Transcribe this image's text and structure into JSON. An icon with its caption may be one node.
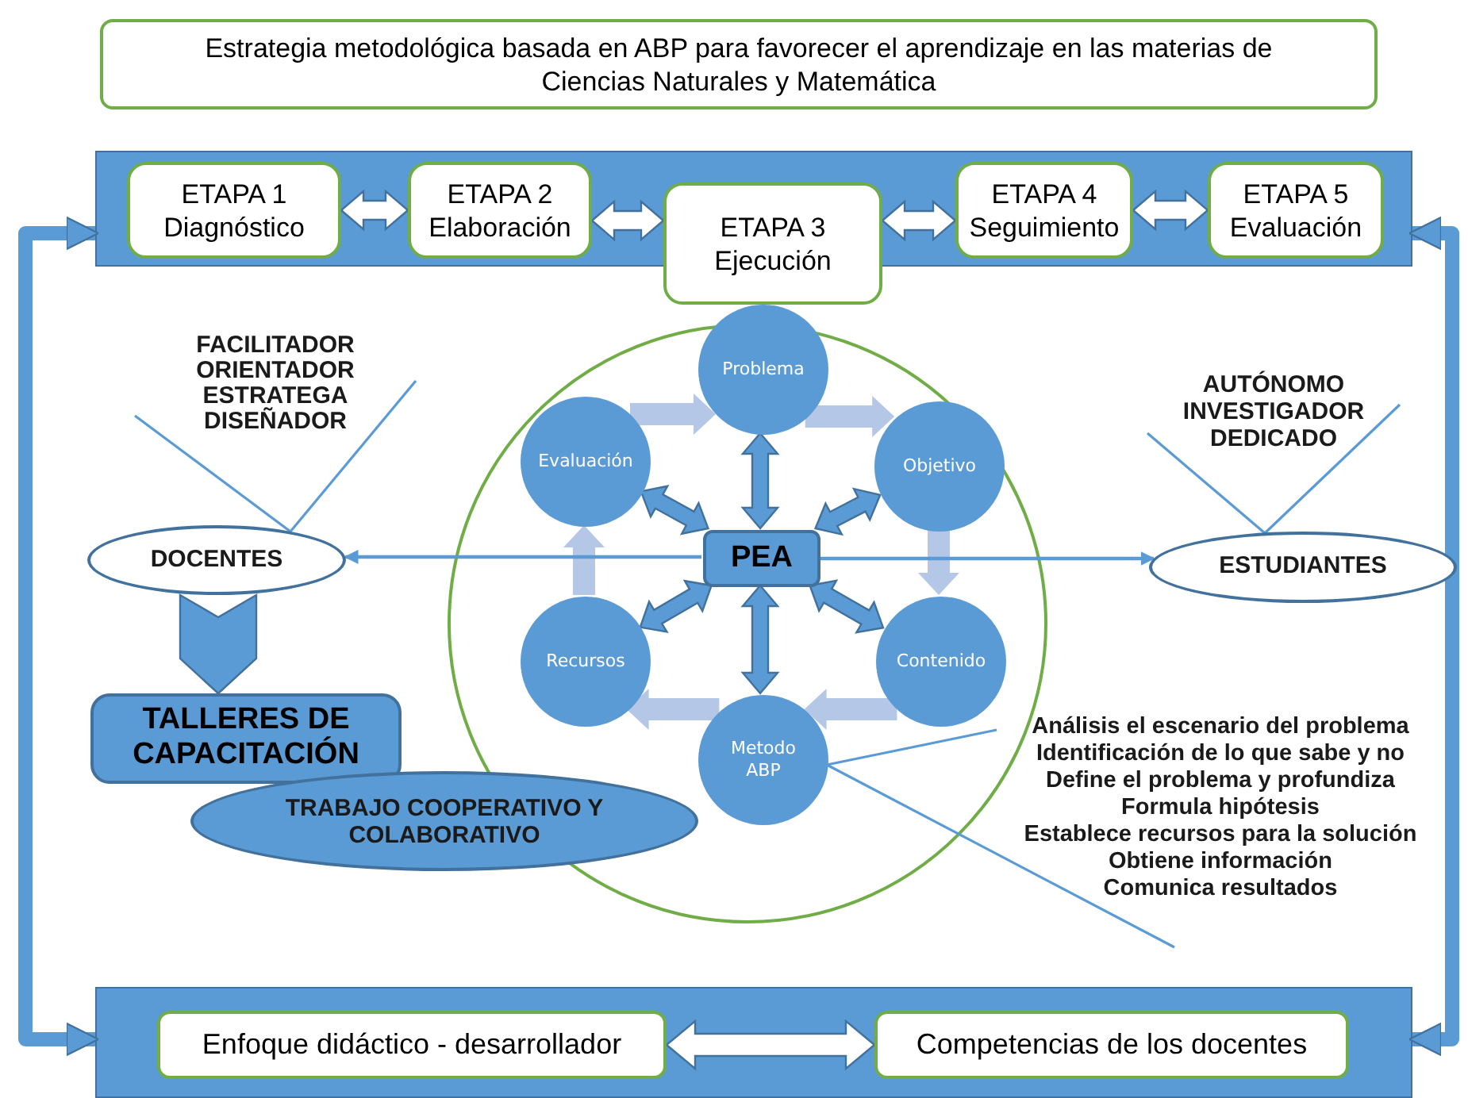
{
  "diagram": {
    "nodes": [
      {
        "text": [
          "Estrategia metodológica basada en ABP para favorecer el aprendizaje en las materias de Ciencias Naturales y Matemática"
        ]
      },
      {
        "text": [],
        "shape": "box"
      },
      {
        "text": [
          "ETAPA 1",
          "Diagnóstico"
        ],
        "in": 1
      },
      {
        "text": [
          "ETAPA 2",
          "Elaboración"
        ],
        "in": 1
      },
      {
        "text": [
          "ETAPA 3",
          "Ejecución"
        ]
      },
      {
        "text": [
          "ETAPA 4",
          "Seguimiento"
        ],
        "in": 1
      },
      {
        "text": [
          "ETAPA 5",
          "Evaluación"
        ],
        "in": 1
      },
      {
        "text": [],
        "shape": "circle"
      },
      {
        "text": [
          "Problema"
        ],
        "in": 7
      },
      {
        "text": [
          "Objetivo"
        ],
        "in": 7
      },
      {
        "text": [
          "Contenido"
        ],
        "in": 7
      },
      {
        "text": [
          "Metodo ABP"
        ],
        "in": 7
      },
      {
        "text": [
          "Recursos"
        ],
        "in": 7
      },
      {
        "text": [
          "Evaluación"
        ],
        "in": 7
      },
      {
        "text": [
          "PEA"
        ],
        "in": 7
      },
      {
        "text": [
          "FACILITADOR ORIENTADOR ESTRATEGA DISEÑADOR"
        ]
      },
      {
        "text": [
          "DOCENTES"
        ]
      },
      {
        "text": [
          "AUTÓNOMO INVESTIGADOR DEDICADO"
        ]
      },
      {
        "text": [
          "ESTUDIANTES"
        ]
      },
      {
        "text": [
          "TALLERES DE CAPACITACIÓN"
        ]
      },
      {
        "text": [
          "TRABAJO COOPERATIVO Y COLABORATIVO"
        ]
      },
      {
        "text": [
          "Análisis el escenario del problema",
          "Identificación de lo que sabe y no",
          "Define el problema y profundiza",
          "Formula hipótesis",
          "Establece recursos para la solución",
          "Obtiene información",
          "Comunica resultados"
        ]
      },
      {
        "text": [],
        "shape": "box"
      },
      {
        "text": [
          "Enfoque didáctico - desarrollador"
        ],
        "in": 22
      },
      {
        "text": [
          "Competencias de los docentes"
        ],
        "in": 22
      }
    ],
    "edges": [
      {
        "from": 2,
        "to": 3,
        "arrow": "both",
        "style": "thick",
        "color": "#ffffff"
      },
      {
        "from": 3,
        "to": 4,
        "arrow": "both",
        "style": "thick",
        "color": "#ffffff"
      },
      {
        "from": 4,
        "to": 5,
        "arrow": "both",
        "style": "thick",
        "color": "#ffffff"
      },
      {
        "from": 5,
        "to": 6,
        "arrow": "both",
        "style": "thick",
        "color": "#ffffff"
      },
      {
        "from": 14,
        "to": 8,
        "arrow": "both",
        "style": "thick"
      },
      {
        "from": 14,
        "to": 9,
        "arrow": "both",
        "style": "thick"
      },
      {
        "from": 14,
        "to": 10,
        "arrow": "both",
        "style": "thick"
      },
      {
        "from": 14,
        "to": 11,
        "arrow": "both",
        "style": "thick"
      },
      {
        "from": 14,
        "to": 12,
        "arrow": "both",
        "style": "thick"
      },
      {
        "from": 14,
        "to": 13,
        "arrow": "both",
        "style": "thick"
      },
      {
        "from": 8,
        "to": 9,
        "arrow": "to",
        "style": "thick",
        "color": "#b4c7e7"
      },
      {
        "from": 9,
        "to": 10,
        "arrow": "to",
        "style": "thick",
        "color": "#b4c7e7"
      },
      {
        "from": 10,
        "to": 11,
        "arrow": "to",
        "style": "thick",
        "color": "#b4c7e7"
      },
      {
        "from": 11,
        "to": 12,
        "arrow": "to",
        "style": "thick",
        "color": "#b4c7e7"
      },
      {
        "from": 12,
        "to": 13,
        "arrow": "to",
        "style": "thick",
        "color": "#b4c7e7"
      },
      {
        "from": 13,
        "to": 8,
        "arrow": "to",
        "style": "thick",
        "color": "#b4c7e7"
      },
      {
        "from": 14,
        "to": 16,
        "arrow": "to"
      },
      {
        "from": 14,
        "to": 18,
        "arrow": "to"
      },
      {
        "from": 16,
        "to": 19,
        "arrow": "to",
        "style": "thick"
      },
      {
        "from": 15,
        "to": 16,
        "arrow": "none"
      },
      {
        "from": 17,
        "to": 18,
        "arrow": "none"
      },
      {
        "from": 11,
        "to": 21,
        "arrow": "none"
      },
      {
        "from": 22,
        "to": 1,
        "arrow": "both",
        "style": "thick"
      },
      {
        "from": 1,
        "to": 22,
        "arrow": "both",
        "style": "thick"
      },
      {
        "from": 23,
        "to": 24,
        "arrow": "both",
        "style": "thick",
        "color": "#ffffff"
      }
    ]
  }
}
